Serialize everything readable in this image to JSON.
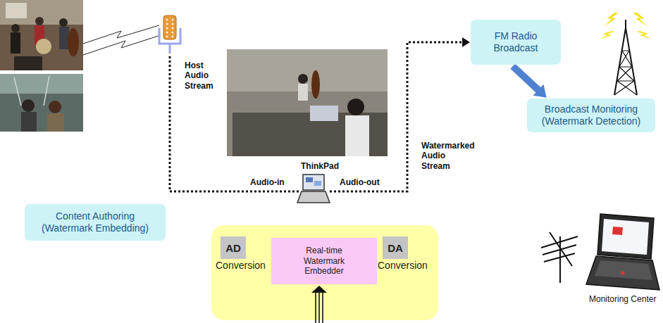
{
  "diagram": {
    "nodes": [
      {
        "text": [
          "Content Authoring (Watermark Embedding)"
        ]
      },
      {
        "text": [
          "FM Radio Broadcast"
        ]
      },
      {
        "text": [
          "Broadcast Monitoring (Watermark Detection)"
        ]
      },
      {
        "text": [
          "AD",
          "Conversion"
        ]
      },
      {
        "text": [
          "Real-time Watermark Embedder"
        ]
      },
      {
        "text": [
          "DA",
          "Conversion"
        ]
      }
    ],
    "edges": [
      {
        "from": 1,
        "to": 2,
        "arrow": "to"
      }
    ],
    "labels": [
      "Host Audio Stream",
      "ThinkPad",
      "Audio-in",
      "Audio-out",
      "Watermarked Audio Stream",
      "Monitoring Center"
    ]
  }
}
